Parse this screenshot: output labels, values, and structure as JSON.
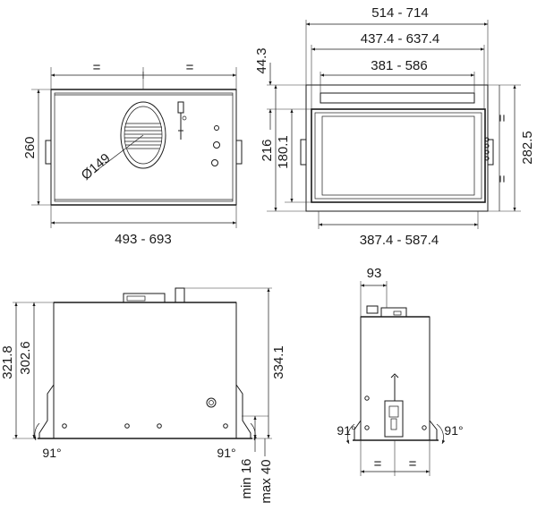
{
  "views": {
    "top_view": {
      "equal_left": "=",
      "equal_right": "=",
      "height": "260",
      "width_range": "493 - 693",
      "duct_diameter": "Ø149"
    },
    "front_view": {
      "overall_width": "514 - 714",
      "cutout_width": "437.4 - 637.4",
      "inner_width": "381 - 586",
      "bottom_width": "387.4 - 587.4",
      "top_offset": "44.3",
      "outer_height": "216",
      "inner_height": "180.1",
      "right_height": "282.5",
      "equal_upper": "=",
      "equal_lower": "="
    },
    "side_view": {
      "height_outer": "321.8",
      "height_inner": "302.6",
      "height_right": "334.1",
      "angle_left": "91°",
      "angle_right": "91°",
      "min_depth": "min 16",
      "max_depth": "max 40"
    },
    "end_view": {
      "top_width": "93",
      "angle_left": "91°",
      "angle_right": "91°",
      "equal_left": "=",
      "equal_right": "="
    }
  }
}
